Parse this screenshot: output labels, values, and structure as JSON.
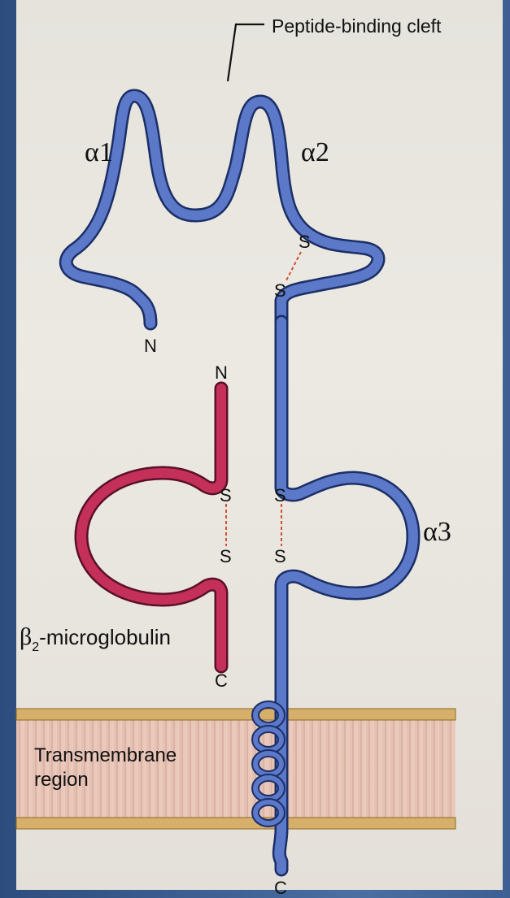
{
  "labels": {
    "peptide_binding_cleft": "Peptide-binding cleft",
    "alpha1": "α1",
    "alpha2": "α2",
    "alpha3": "α3",
    "b2m_beta": "β",
    "b2m_subscript": "2",
    "b2m_rest": "-microglobulin",
    "transmembrane_line1": "Transmembrane",
    "transmembrane_line2": "region",
    "n_terminus_alpha": "N",
    "n_terminus_b2m": "N",
    "c_terminus_b2m": "C",
    "c_terminus_alpha": "C",
    "disulfide_s": "S"
  },
  "colors": {
    "alpha_chain": "#5b78c9",
    "alpha_outline": "#1c2f66",
    "b2m_chain": "#c4305a",
    "b2m_outline": "#5a1028",
    "membrane": "#e7c4b6",
    "membrane_edge": "#a07a2c",
    "disulfide": "#d05030"
  }
}
